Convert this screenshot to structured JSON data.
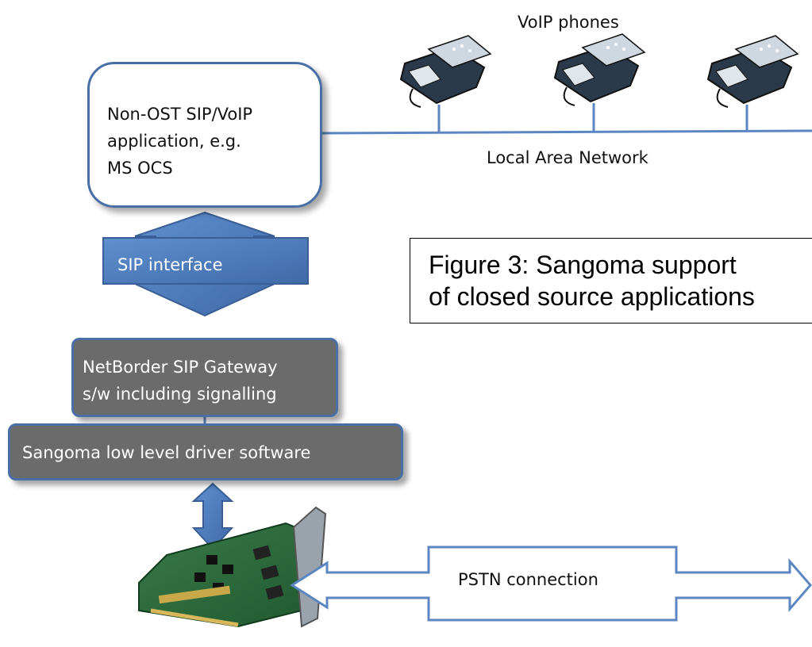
{
  "app_box": {
    "lines": [
      "Non-OST  SIP/VoIP",
      "application, e.g.",
      "MS OCS"
    ]
  },
  "voip_phones_label": "VoIP phones",
  "lan_label": "Local Area Network",
  "sip_interface_label": "SIP interface",
  "gateway_box": {
    "lines": [
      "NetBorder SIP Gateway",
      "s/w including signalling"
    ]
  },
  "driver_box_label": "Sangoma low level driver software",
  "caption": {
    "lines": [
      "Figure 3: Sangoma support",
      "of closed source applications"
    ]
  },
  "pstn_label": "PSTN connection",
  "colors": {
    "box_border": "#4a6fa6",
    "arrow_fill": "#4f7fbf",
    "gray_box": "#6b6b6b",
    "line": "#5b86c2"
  },
  "icons": {
    "phones": [
      "desk-phone-icon",
      "desk-phone-icon",
      "desk-phone-icon"
    ],
    "card": "pci-network-card-icon"
  }
}
